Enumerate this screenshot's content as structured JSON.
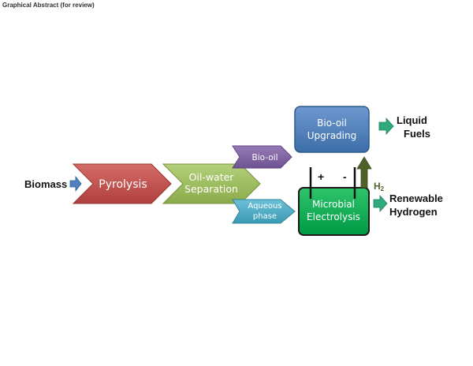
{
  "header": {
    "title": "Graphical Abstract (for review)"
  },
  "inputs": {
    "biomass": "Biomass"
  },
  "steps": {
    "pyrolysis": "Pyrolysis",
    "separation_line1": "Oil-water",
    "separation_line2": "Separation",
    "bio_oil": "Bio-oil",
    "aqueous_line1": "Aqueous",
    "aqueous_line2": "phase",
    "upgrading_line1": "Bio-oil",
    "upgrading_line2": "Upgrading",
    "electrolysis_line1": "Microbial",
    "electrolysis_line2": "Electrolysis",
    "plus": "+",
    "minus": "-",
    "h2": "H",
    "h2_sub": "2"
  },
  "outputs": {
    "liquid_line1": "Liquid",
    "liquid_line2": "Fuels",
    "hydrogen_line1": "Renewable",
    "hydrogen_line2": "Hydrogen"
  },
  "colors": {
    "pyrolysis": "#c0504d",
    "separation": "#9bbb59",
    "bio_oil": "#8064a2",
    "aqueous": "#4bacc6",
    "upgrading": "#4f81bd",
    "electrolysis": "#00b050",
    "arrow_blue": "#4f81bd",
    "arrow_green": "#2eaa7c",
    "arrow_olive": "#4f6228"
  }
}
